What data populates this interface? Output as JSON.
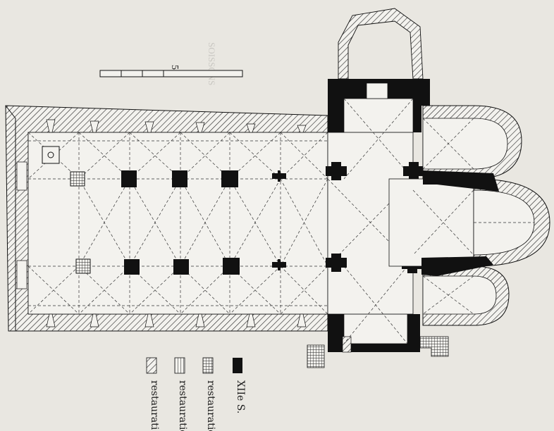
{
  "scale_bar": {
    "label": "5"
  },
  "legend": {
    "items": [
      {
        "label": "XIIe S.",
        "swatch": "solid",
        "color": "#111111"
      },
      {
        "label": "restauratio",
        "swatch": "grid",
        "color": "#111111"
      },
      {
        "label": "restauratio",
        "swatch": "vertical-lines",
        "color": "#111111"
      },
      {
        "label": "restaurati",
        "swatch": "diagonal-lines",
        "color": "#111111"
      }
    ]
  },
  "colors": {
    "paper": "#e9e7e1",
    "ink": "#111111",
    "plan_fill": "#f3f2ee"
  }
}
